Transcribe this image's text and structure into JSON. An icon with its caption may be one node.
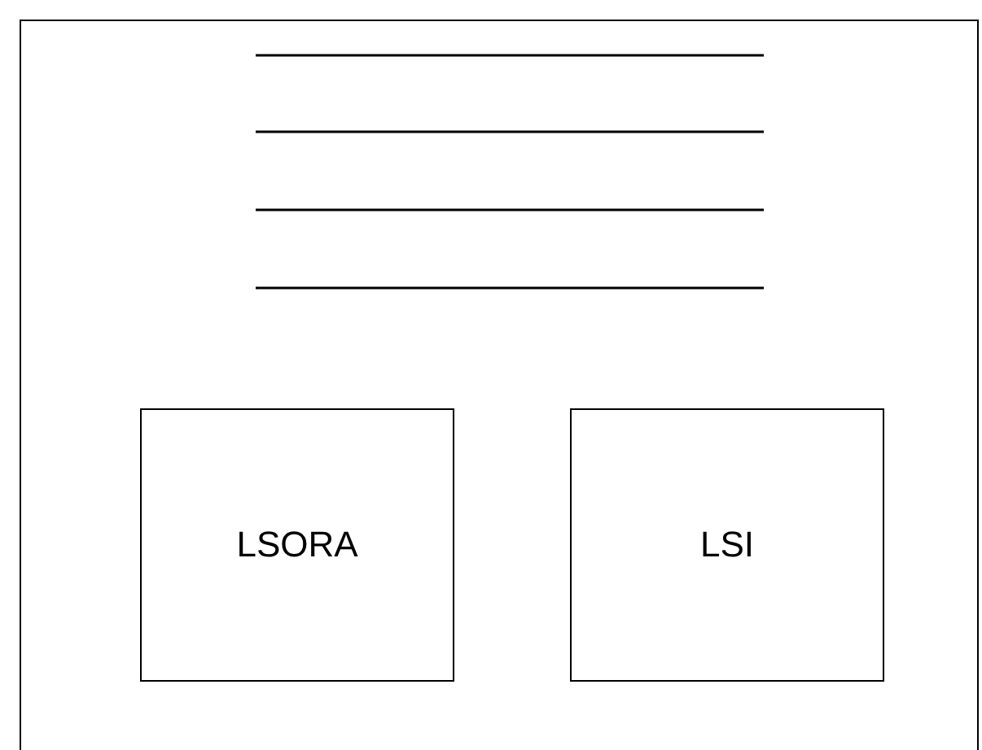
{
  "diagram": {
    "nodes": [
      {
        "text": [],
        "shape": "box"
      },
      {
        "text": [
          "LSORA"
        ],
        "in": 0
      },
      {
        "text": [
          "LSI"
        ],
        "in": 0
      }
    ]
  }
}
